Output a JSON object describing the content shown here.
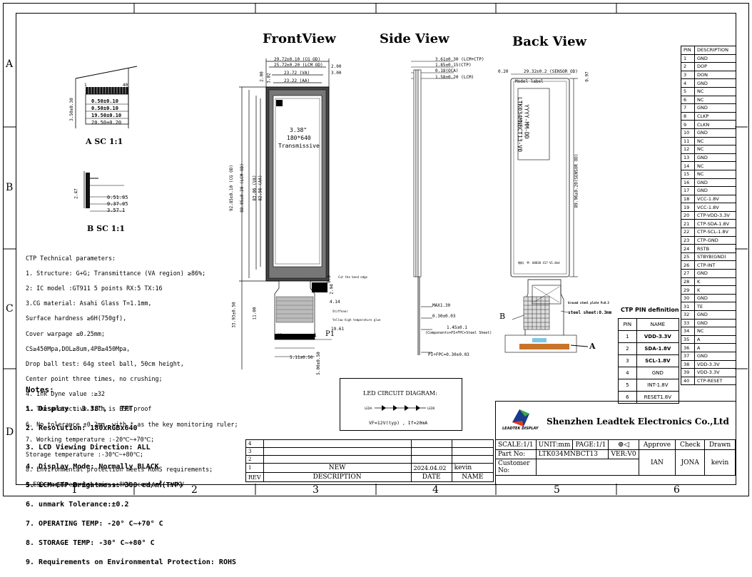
{
  "zones": {
    "rows": [
      "A",
      "B",
      "C",
      "D"
    ],
    "cols": [
      "1",
      "2",
      "3",
      "4",
      "5",
      "6"
    ]
  },
  "views": {
    "front": "FrontView",
    "side": "Side View",
    "back": "Back View",
    "asc": "A SC 1:1",
    "bsc": "B SC 1:1"
  },
  "front": {
    "top_dims": [
      "29.72±0.10 (CG OD)",
      "25.72±0.20 (LCM OD)",
      "23.72 (VA)",
      "23.22 (AA)"
    ],
    "top_right": [
      "2.00",
      "3.00"
    ],
    "top_left": [
      "2.00",
      "3.02"
    ],
    "center_lines": [
      "3.38\"",
      "180*640",
      "Transmissive"
    ],
    "left_dims": [
      "92.85±0.10 (CG OD)",
      "88.85±0.20 (LCM OD)",
      "83.06 (VA)",
      "82.56 (AA)"
    ],
    "fpc_dims": [
      "33.93±0.50",
      "11.00",
      "5.11±0.50",
      "5.00±0.50",
      "4.14",
      "19.61",
      "0.3",
      "2.94"
    ],
    "fpc_pins": [
      "40",
      "1"
    ],
    "p1": "P1",
    "fpc_notes": [
      "Stiffener",
      "Yellow high temperature glue",
      "Cut the bond edge"
    ]
  },
  "side": {
    "dims": [
      "3.61±0.30 (LCM+CTP)",
      "1.85±0.15(CTP)",
      "0.18(OCA)",
      "1.58±0.20 (LCM)"
    ],
    "mid": [
      "MAX1.30",
      "0.30±0.03",
      "1.45±0.1",
      "(Components+PI+FPC+Steel Sheet)"
    ],
    "bottom": "PI+FPC=0.30±0.03"
  },
  "back": {
    "top": [
      "0.20",
      "29.32±0.2 (SENSOR OD)",
      "0.97"
    ],
    "right": "89.96±0.20(SENSOR OD)",
    "label": "Model label",
    "model": [
      "LTK034MNBCT13-V0",
      "YYYY-MM-DD"
    ],
    "steel": "steel sheet:0.3mm",
    "ground": "Ground steel plate P=0.3",
    "b": "B",
    "a": "A",
    "qr": "物料 -M- 08830 417-V1.0ed"
  },
  "asc": {
    "pin": "1",
    "pin2": "40",
    "dims": [
      "0.50±0.10",
      "0.50±0.10",
      "19.50±0.10",
      "20.50±0.20"
    ],
    "side": "3.50±0.30"
  },
  "bsc": {
    "side": "2.47",
    "dims": [
      "0.51.05",
      "0.37.05",
      "3.57.1"
    ]
  },
  "params": [
    "CTP Technical parameters:",
    "1. Structure: G+G; Transmittance (VA region) ≥86%;",
    "2: IC model :GT911 5 points RX:5 TX:16",
    "3.CG material: Asahi Glass T=1.1mm,",
    "Surface hardness ≥6H(750gf),",
    "Cover warpage ≤0.25mm;",
    "CS≥450Mpa,DOL≥8um,4PB≥450Mpa,",
    "Drop ball test: 64g steel ball, 50cm height,",
    "Center point three times, no crushing;",
    "4. Ink Dyne value :≥32",
    "5. The protective film is ESD proof",
    "6. No tolerance ±0.2mm, with * as the key monitoring ruler;",
    "7. Working temperature :-20℃~+70℃;",
    "Storage temperature :-30℃~+80℃;",
    "8. Environmental protection meets RoHS requirements;",
    "9.ESD requirements, air :±8KV, contact :±4KV"
  ],
  "notes": [
    "Notes:",
    "1. Display : 3.38\",   TFT",
    "2. Resolution: 180xRGBx640",
    "3. LCD Viewing Direction: ALL",
    "4. Display Mode: Normally BLACK",
    "5. LCM+CTP Brightness: 300 cd/㎡(TYP)",
    "6. unmark Tolerance:±0.2",
    "7. OPERATING TEMP: -20° C~+70° C",
    "8. STORAGE TEMP: -30° C~+80° C",
    "9. Requirements on Environmental Protection: ROHS"
  ],
  "led": {
    "title": "LED CIRCUIT DIAGRAM:",
    "left": "LEDA",
    "right": "LEDK",
    "spec": "VF=12V(typ) , If=20mA"
  },
  "pin_table": {
    "headers": [
      "PIN",
      "DESCRIPTION"
    ],
    "rows": [
      [
        "1",
        "GND"
      ],
      [
        "2",
        "DOP"
      ],
      [
        "3",
        "DON"
      ],
      [
        "4",
        "GND"
      ],
      [
        "5",
        "NC"
      ],
      [
        "6",
        "NC"
      ],
      [
        "7",
        "GND"
      ],
      [
        "8",
        "CLKP"
      ],
      [
        "9",
        "CLKN"
      ],
      [
        "10",
        "GND"
      ],
      [
        "11",
        "NC"
      ],
      [
        "12",
        "NC"
      ],
      [
        "13",
        "GND"
      ],
      [
        "14",
        "NC"
      ],
      [
        "15",
        "NC"
      ],
      [
        "16",
        "GND"
      ],
      [
        "17",
        "GND"
      ],
      [
        "18",
        "VCC-1.8V"
      ],
      [
        "19",
        "VCC-1.8V"
      ],
      [
        "20",
        "CTP-VDD-3.3V"
      ],
      [
        "21",
        "CTP-SDA-1.8V"
      ],
      [
        "22",
        "CTP-SCL-1.8V"
      ],
      [
        "23",
        "CTP-GND"
      ],
      [
        "24",
        "RSTB"
      ],
      [
        "25",
        "STBYB(GND)"
      ],
      [
        "26",
        "CTP-INT"
      ],
      [
        "27",
        "GND"
      ],
      [
        "28",
        "K"
      ],
      [
        "29",
        "K"
      ],
      [
        "30",
        "GND"
      ],
      [
        "31",
        "TE"
      ],
      [
        "32",
        "GND"
      ],
      [
        "33",
        "GND"
      ],
      [
        "34",
        "NC"
      ],
      [
        "35",
        "A"
      ],
      [
        "36",
        "A"
      ],
      [
        "37",
        "GND"
      ],
      [
        "38",
        "VDD-3.3V"
      ],
      [
        "39",
        "VDD-3.3V"
      ],
      [
        "40",
        "CTP-RESET"
      ]
    ]
  },
  "ctp_table": {
    "title": "CTP PIN definition",
    "headers": [
      "PIN",
      "NAME"
    ],
    "rows": [
      [
        "1",
        "VDD-3.3V"
      ],
      [
        "2",
        "SDA-1.8V"
      ],
      [
        "3",
        "SCL-1.8V"
      ],
      [
        "4",
        "GND"
      ],
      [
        "5",
        "INT-1.8V"
      ],
      [
        "6",
        "RESET1.8V"
      ]
    ]
  },
  "title_block": {
    "company": "Shenzhen Leadtek Electronics Co.,Ltd",
    "logo": "LEADTEK DISPLAY",
    "scale": "SCALE:1/1",
    "unit": "UNIT:mm",
    "page": "PAGE:1/1",
    "approve": "Approve",
    "check": "Check",
    "drawn": "Drawn",
    "partno_label": "Part No:",
    "partno": "LTK034MNBCT13",
    "ver": "VER:V0",
    "cust_label": "Customer No:",
    "approve_name": "IAN",
    "check_name": "JONA",
    "drawn_name": "kevin",
    "rev_rows": [
      "4",
      "3",
      "2",
      "1"
    ],
    "new": "NEW",
    "date": "2024.04.02",
    "author": "kevin",
    "rev": "REV",
    "desc": "DESCRIPTION",
    "datel": "DATE",
    "name": "NAME"
  }
}
